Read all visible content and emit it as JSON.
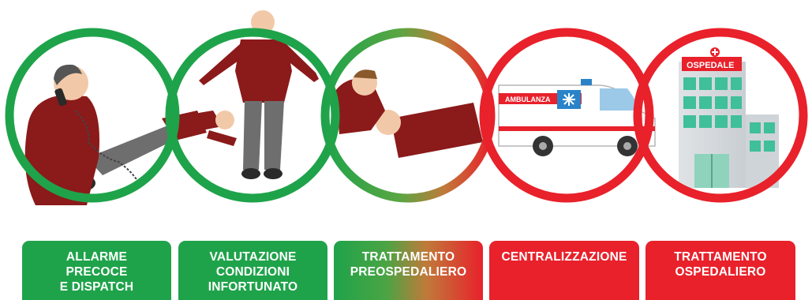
{
  "colors": {
    "green": "#1fa34a",
    "red": "#e8212b",
    "shirt": "#8b1a1a",
    "pants": "#6e6e6e",
    "skin": "#f2c9a8"
  },
  "illustration_labels": {
    "ambulance": "AMBULANZA",
    "hospital": "OSPEDALE"
  },
  "steps": [
    {
      "lines": [
        "ALLARME",
        "PRECOCE",
        "E DISPATCH"
      ],
      "color": "green",
      "icon": "phone-call-scene"
    },
    {
      "lines": [
        "VALUTAZIONE",
        "CONDIZIONI",
        "INFORTUNATO"
      ],
      "color": "green",
      "icon": "assessment-scene"
    },
    {
      "lines": [
        "TRATTAMENTO",
        "PREOSPEDALIERO"
      ],
      "color": "green-to-red",
      "icon": "first-aid-scene"
    },
    {
      "lines": [
        "CENTRALIZZAZIONE"
      ],
      "color": "red",
      "icon": "ambulance"
    },
    {
      "lines": [
        "TRATTAMENTO",
        "OSPEDALIERO"
      ],
      "color": "red",
      "icon": "hospital"
    }
  ]
}
